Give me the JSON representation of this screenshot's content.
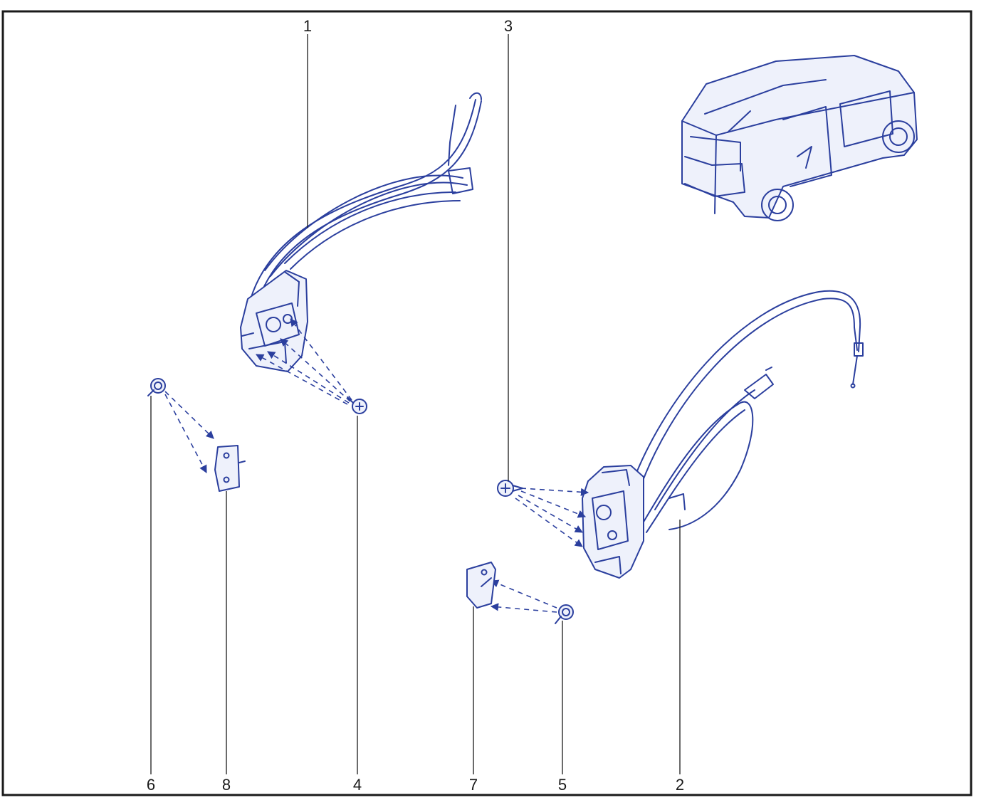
{
  "callouts": {
    "c1": "1",
    "c2": "2",
    "c3": "3",
    "c4": "4",
    "c5": "5",
    "c6": "6",
    "c7": "7",
    "c8": "8"
  },
  "colors": {
    "line_art": "#2b3f9e",
    "frame": "#1a1a1a",
    "background": "#ffffff"
  },
  "icons": {
    "vehicle": "van-rear-three-quarter-icon",
    "fastener": "screw-icon"
  }
}
